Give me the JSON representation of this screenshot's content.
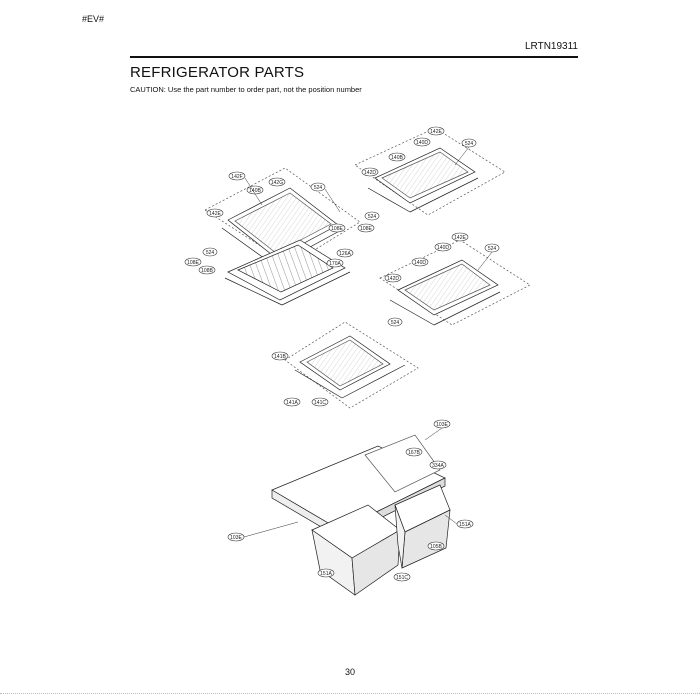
{
  "header": {
    "tag": "#EV#",
    "model": "LRTN19311"
  },
  "title": "REFRIGERATOR PARTS",
  "caution": "CAUTION: Use the part number to order part, not the position number",
  "page_number": "30",
  "callouts": {
    "c142F": "142F",
    "c142G": "142G",
    "c140B": "140B",
    "c524a": "524",
    "c142E": "142E",
    "c108Ea": "108E",
    "c524b": "524",
    "c108Eb": "108E",
    "c126A": "126A",
    "c170A": "170A",
    "c108B": "108B",
    "c142Ca": "142E",
    "c140Ca": "140D",
    "c140Da": "140B",
    "c524c": "524",
    "c142Da": "142D",
    "c524d": "524",
    "c108Ec": "108E",
    "c142Cb": "142E",
    "c140Cb": "140D",
    "c140Db": "140D",
    "c524e": "524",
    "c142Db": "142D",
    "c524f": "524",
    "c141B": "141B",
    "c141A": "141A",
    "c141C": "141C",
    "c103E": "103E",
    "c167B": "167B",
    "c334A": "334A",
    "c151Aa": "151A",
    "c105B": "105B",
    "c103Ed": "103E",
    "c151Ab": "151A",
    "c151C": "151C"
  }
}
